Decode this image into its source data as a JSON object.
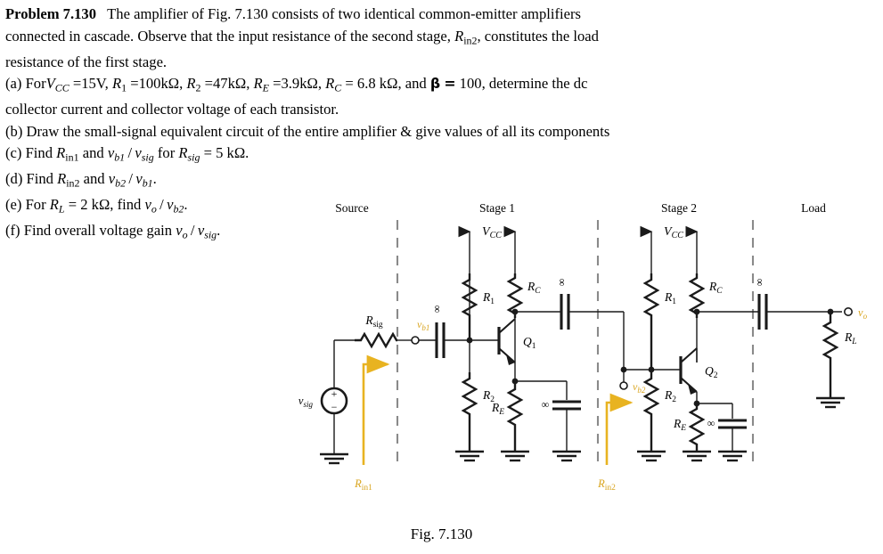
{
  "problem": {
    "label": "Problem 7.130",
    "lines": [
      "The amplifier of Fig. 7.130 consists of two identical common-emitter amplifiers",
      "connected in cascade. Observe that the input resistance of the second stage, Rin2, constitutes the load",
      "resistance of the first stage.",
      "(a) For VCC =15V, R1 =100kΩ, R2 =47kΩ, RE =3.9kΩ, RC = 6.8 kΩ, and β = 100, determine the dc",
      "collector current and collector voltage of each transistor.",
      "(b) Draw the small-signal equivalent circuit of the entire amplifier & give values of all its components",
      "(c) Find Rin1 and vb1 / vsig for Rsig = 5 kΩ.",
      "(d) Find Rin2 and vb2 / vb1.",
      "(e) For RL = 2 kΩ, find vo / vb2.",
      "(f) Find overall voltage gain vo / vsig."
    ],
    "values": {
      "VCC": "15V",
      "R1": "100kΩ",
      "R2": "47kΩ",
      "RE": "3.9kΩ",
      "RC": "6.8 kΩ",
      "beta": "100",
      "Rsig": "5 kΩ",
      "RL": "2 kΩ"
    }
  },
  "figure": {
    "caption": "Fig. 7.130",
    "section_labels": [
      "Source",
      "Stage 1",
      "Stage 2",
      "Load"
    ],
    "components": {
      "Rsig": "R",
      "Rsig_sub": "sig",
      "R1": "R",
      "R1_sub": "1",
      "R2": "R",
      "R2_sub": "2",
      "RC": "R",
      "RC_sub": "C",
      "RE": "R",
      "RE_sub": "E",
      "RL": "R",
      "RL_sub": "L",
      "Q1": "Q",
      "Q1_sub": "1",
      "Q2": "Q",
      "Q2_sub": "2",
      "VCC": "V",
      "VCC_sub": "CC",
      "cap_infinity": "∞",
      "vsig": "v",
      "vsig_sub": "sig",
      "vb1": "v",
      "vb1_sub": "b1",
      "vb2": "v",
      "vb2_sub": "b2",
      "vo": "v",
      "vo_sub": "o",
      "Rin1": "R",
      "Rin1_sub": "in1",
      "Rin2": "R",
      "Rin2_sub": "in2",
      "source_plus": "+",
      "source_minus": "−"
    },
    "colors": {
      "wire": "#1a1a1a",
      "highlight": "#e8b321",
      "dashed": "#8a8a8a",
      "background": "#ffffff"
    }
  }
}
